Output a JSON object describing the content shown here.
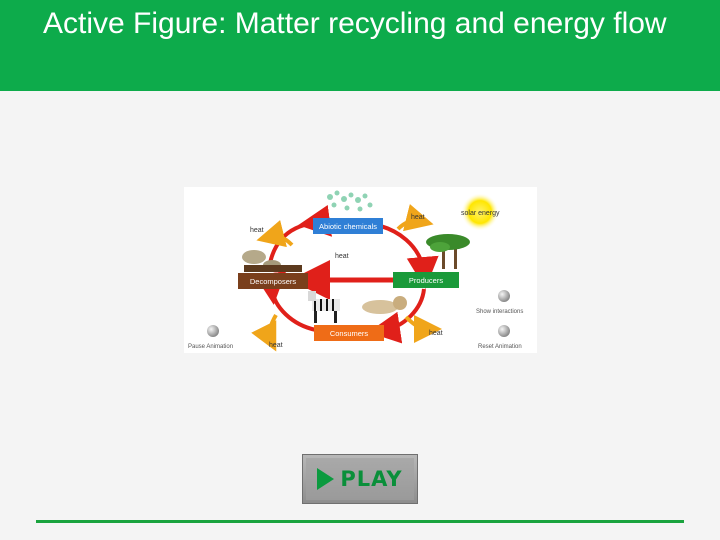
{
  "header": {
    "title": "Active Figure: Matter recycling and energy flow",
    "background_color": "#0dab4b"
  },
  "figure": {
    "nodes": {
      "abiotic": "Abiotic chemicals",
      "producers": "Producers",
      "decomposers": "Decomposers",
      "consumers": "Consumers"
    },
    "labels": {
      "solar_energy": "solar energy",
      "heat_top_right": "heat",
      "heat_top_left": "heat",
      "heat_center": "heat",
      "heat_bottom_right": "heat",
      "heat_bottom_left": "heat"
    },
    "controls": {
      "show_interactions": "Show interactions",
      "pause_animation": "Pause Animation",
      "reset_animation": "Reset Animation"
    },
    "colors": {
      "abiotic": "#2f7fd6",
      "producers": "#1a9a3a",
      "decomposers": "#7a3f1c",
      "consumers": "#ef6c17",
      "cycle_arrow": "#e0201a",
      "heat_arrow": "#f0a51a"
    }
  },
  "play": {
    "label": "PLAY",
    "icon": "play-triangle-icon"
  }
}
